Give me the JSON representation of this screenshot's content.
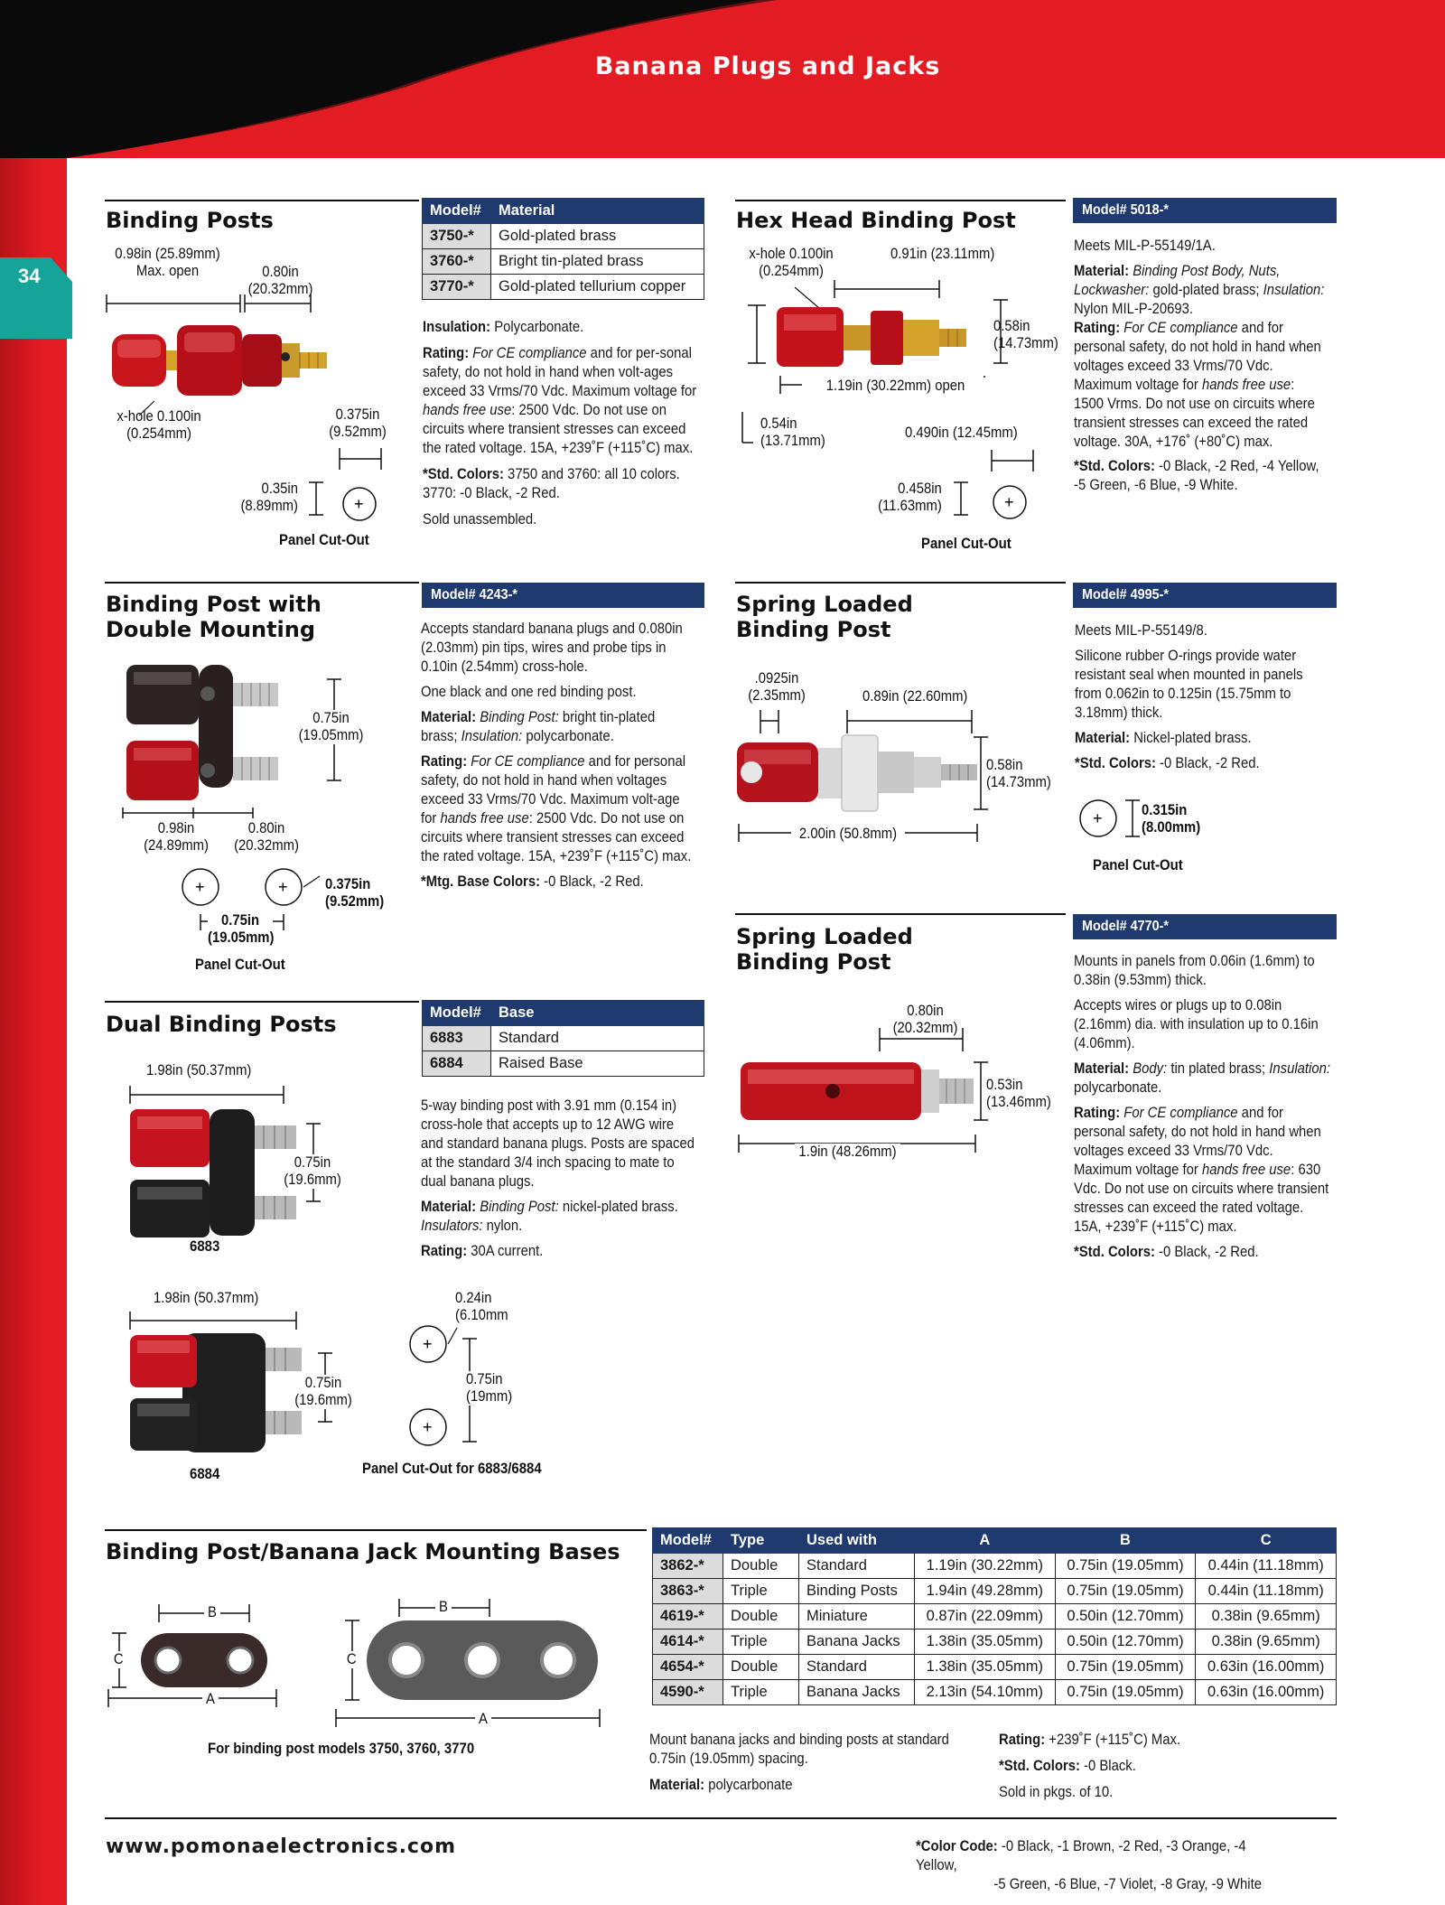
{
  "header": {
    "title": "Banana Plugs and Jacks",
    "page_number": "34"
  },
  "binding_posts": {
    "title": "Binding Posts",
    "dims": {
      "max_open": "0.98in (25.89mm)\nMax. open",
      "d080": "0.80in\n(20.32mm)",
      "xhole": "x-hole 0.100in\n(0.254mm)",
      "d0375": "0.375in\n(9.52mm)",
      "d035": "0.35in\n(8.89mm)"
    },
    "panel_cutout": "Panel Cut-Out",
    "table": {
      "headers": [
        "Model#",
        "Material"
      ],
      "rows": [
        [
          "3750-*",
          "Gold-plated brass"
        ],
        [
          "3760-*",
          "Bright tin-plated brass"
        ],
        [
          "3770-*",
          "Gold-plated tellurium copper"
        ]
      ]
    },
    "insulation_label": "Insulation:",
    "insulation": " Polycarbonate.",
    "rating_label": "Rating:",
    "rating_ce": "For CE compliance",
    "rating_1": " and for per-sonal safety, do not hold in hand when volt-ages exceed 33 Vrms/70 Vdc. Maximum voltage for ",
    "rating_hf": "hands free use",
    "rating_2": ": 2500 Vdc. Do not use on circuits where transient stresses can exceed the rated voltage. 15A, +239˚F (+115˚C) max.",
    "colors_label": "*Std. Colors:",
    "colors": " 3750 and 3760: all 10 colors. 3770: -0 Black, -2 Red.",
    "sold": "Sold unassembled."
  },
  "hex_head": {
    "title": "Hex Head Binding Post",
    "model": "Model# 5018-*",
    "dims": {
      "xhole": "x-hole 0.100in\n(0.254mm)",
      "d091": "0.91in (23.11mm)",
      "d058": "0.58in\n(14.73mm)",
      "open": "1.19in (30.22mm) open",
      "d054": "0.54in\n(13.71mm)",
      "d049": "0.490in (12.45mm)",
      "d0458": "0.458in\n(11.63mm)"
    },
    "panel_cutout": "Panel Cut-Out",
    "meets": "Meets MIL-P-55149/1A.",
    "material_label": "Material:",
    "material_1": "Binding Post Body, Nuts, Lockwasher:",
    "material_2": " gold-plated brass; ",
    "material_3": "Insulation:",
    "material_4": " Nylon MIL-P-20693.",
    "rating_label": "Rating:",
    "rating_ce": "For CE compliance",
    "rating_1": " and for personal safety, do not hold in hand when voltages exceed 33 Vrms/70 Vdc. Maximum voltage for ",
    "rating_hf": "hands free use",
    "rating_2": ": 1500 Vrms. Do not use on circuits where transient stresses can exceed the rated voltage. 30A, +176˚ (+80˚C) max.",
    "colors_label": "*Std. Colors:",
    "colors": " -0 Black, -2 Red, -4 Yellow, -5 Green, -6 Blue, -9 White."
  },
  "double_mount": {
    "title_1": "Binding Post with",
    "title_2": "Double Mounting",
    "model": "Model# 4243-*",
    "dims": {
      "d075": "0.75in\n(19.05mm)",
      "d098": "0.98in\n(24.89mm)",
      "d080": "0.80in\n(20.32mm)",
      "d0375": "0.375in\n(9.52mm)",
      "d075b": "0.75in\n(19.05mm)"
    },
    "panel_cutout": "Panel Cut-Out",
    "accepts": "Accepts standard banana plugs and 0.080in (2.03mm) pin tips, wires and probe tips in 0.10in (2.54mm) cross-hole.",
    "one": "One black and one red binding post.",
    "material_label": "Material:",
    "material_1": "Binding Post:",
    "material_2": " bright tin-plated brass; ",
    "material_3": "Insulation:",
    "material_4": " polycarbonate.",
    "rating_label": "Rating:",
    "rating_ce": "For CE compliance",
    "rating_1": " and for personal safety, do not hold in hand when voltages exceed 33 Vrms/70 Vdc. Maximum volt-age for ",
    "rating_hf": "hands free use",
    "rating_2": ": 2500 Vdc. Do not use on circuits where transient stresses can exceed the rated voltage. 15A, +239˚F (+115˚C) max.",
    "colors_label": "*Mtg. Base Colors:",
    "colors": " -0 Black, -2 Red."
  },
  "spring1": {
    "title_1": "Spring Loaded",
    "title_2": "Binding Post",
    "model": "Model# 4995-*",
    "dims": {
      "d0925": ".0925in\n(2.35mm)",
      "d089": "0.89in (22.60mm)",
      "d058": "0.58in\n(14.73mm)",
      "d200": "2.00in (50.8mm)",
      "d0315": "0.315in\n(8.00mm)"
    },
    "panel_cutout": "Panel Cut-Out",
    "meets": "Meets MIL-P-55149/8.",
    "desc": "Silicone rubber O-rings provide water resistant seal when mounted in panels from 0.062in to 0.125in (15.75mm to 3.18mm) thick.",
    "material_label": "Material:",
    "material": " Nickel-plated brass.",
    "colors_label": "*Std. Colors:",
    "colors": " -0 Black, -2 Red."
  },
  "spring2": {
    "title_1": "Spring Loaded",
    "title_2": "Binding Post",
    "model": "Model# 4770-*",
    "dims": {
      "d080": "0.80in\n(20.32mm)",
      "d053": "0.53in\n(13.46mm)",
      "d19": "1.9in (48.26mm)"
    },
    "mounts": "Mounts in panels from 0.06in (1.6mm) to 0.38in (9.53mm) thick.",
    "accepts": "Accepts wires or plugs up to 0.08in (2.16mm) dia. with insulation up to 0.16in (4.06mm).",
    "material_label": "Material:",
    "material_1": "Body:",
    "material_2": " tin plated brass; ",
    "material_3": "Insulation:",
    "material_4": " polycarbonate.",
    "rating_label": "Rating:",
    "rating_ce": "For CE compliance",
    "rating_1": " and for personal safety, do not hold in hand when voltages exceed 33 Vrms/70 Vdc. Maximum voltage for ",
    "rating_hf": "hands free use",
    "rating_2": ": 630 Vdc. Do not use on circuits where transient stresses can exceed the rated voltage.  15A, +239˚F (+115˚C) max.",
    "colors_label": "*Std. Colors:",
    "colors": " -0 Black, -2 Red."
  },
  "dual": {
    "title": "Dual Binding Posts",
    "table": {
      "headers": [
        "Model#",
        "Base"
      ],
      "rows": [
        [
          "6883",
          "Standard"
        ],
        [
          "6884",
          "Raised Base"
        ]
      ]
    },
    "desc": "5-way binding post with 3.91 mm (0.154 in) cross-hole that accepts up to 12 AWG wire and standard banana plugs. Posts are spaced at the standard 3/4 inch spacing to mate to dual banana plugs.",
    "material_label": "Material:",
    "material_1": "Binding Post:",
    "material_2": " nickel-plated brass. ",
    "material_3": "Insulators:",
    "material_4": " nylon.",
    "rating_label": "Rating:",
    "rating": " 30A current.",
    "dims": {
      "w1": "1.98in (50.37mm)",
      "h1": "0.75in\n(19.6mm)",
      "w2": "1.98in (50.37mm)",
      "h2": "0.75in\n(19.6mm)",
      "c1": "0.24in\n(6.10mm",
      "c2": "0.75in\n(19mm)"
    },
    "label_6883": "6883",
    "label_6884": "6884",
    "panel_cutout": "Panel Cut-Out for 6883/6884"
  },
  "bases": {
    "title": "Binding Post/Banana Jack Mounting Bases",
    "caption": "For binding post models 3750, 3760, 3770",
    "dim_labels": {
      "a": "A",
      "b": "B",
      "c": "C"
    },
    "table": {
      "headers": [
        "Model#",
        "Type",
        "Used with",
        "A",
        "B",
        "C"
      ],
      "rows": [
        [
          "3862-*",
          "Double",
          "Standard",
          "1.19in (30.22mm)",
          "0.75in (19.05mm)",
          "0.44in (11.18mm)"
        ],
        [
          "3863-*",
          "Triple",
          "Binding Posts",
          "1.94in (49.28mm)",
          "0.75in (19.05mm)",
          "0.44in (11.18mm)"
        ],
        [
          "4619-*",
          "Double",
          "Miniature",
          "0.87in (22.09mm)",
          "0.50in (12.70mm)",
          "0.38in (9.65mm)"
        ],
        [
          "4614-*",
          "Triple",
          "Banana Jacks",
          "1.38in (35.05mm)",
          "0.50in (12.70mm)",
          "0.38in (9.65mm)"
        ],
        [
          "4654-*",
          "Double",
          "Standard",
          "1.38in (35.05mm)",
          "0.75in (19.05mm)",
          "0.63in (16.00mm)"
        ],
        [
          "4590-*",
          "Triple",
          "Banana Jacks",
          "2.13in (54.10mm)",
          "0.75in (19.05mm)",
          "0.63in (16.00mm)"
        ]
      ]
    },
    "mount": "Mount banana jacks and binding posts at standard 0.75in (19.05mm) spacing.",
    "material_label": "Material:",
    "material": " polycarbonate",
    "rating_label": "Rating:",
    "rating": " +239˚F (+115˚C) Max.",
    "colors_label": "*Std. Colors:",
    "colors": " -0 Black.",
    "sold": "Sold in pkgs. of 10."
  },
  "footer": {
    "url": "www.pomonaelectronics.com",
    "color_code_label": "*Color Code:",
    "color_code_1": " -0 Black, -1 Brown, -2 Red, -3 Orange, -4 Yellow,",
    "color_code_2": "-5 Green, -6 Blue, -7 Violet, -8 Gray, -9 White"
  }
}
